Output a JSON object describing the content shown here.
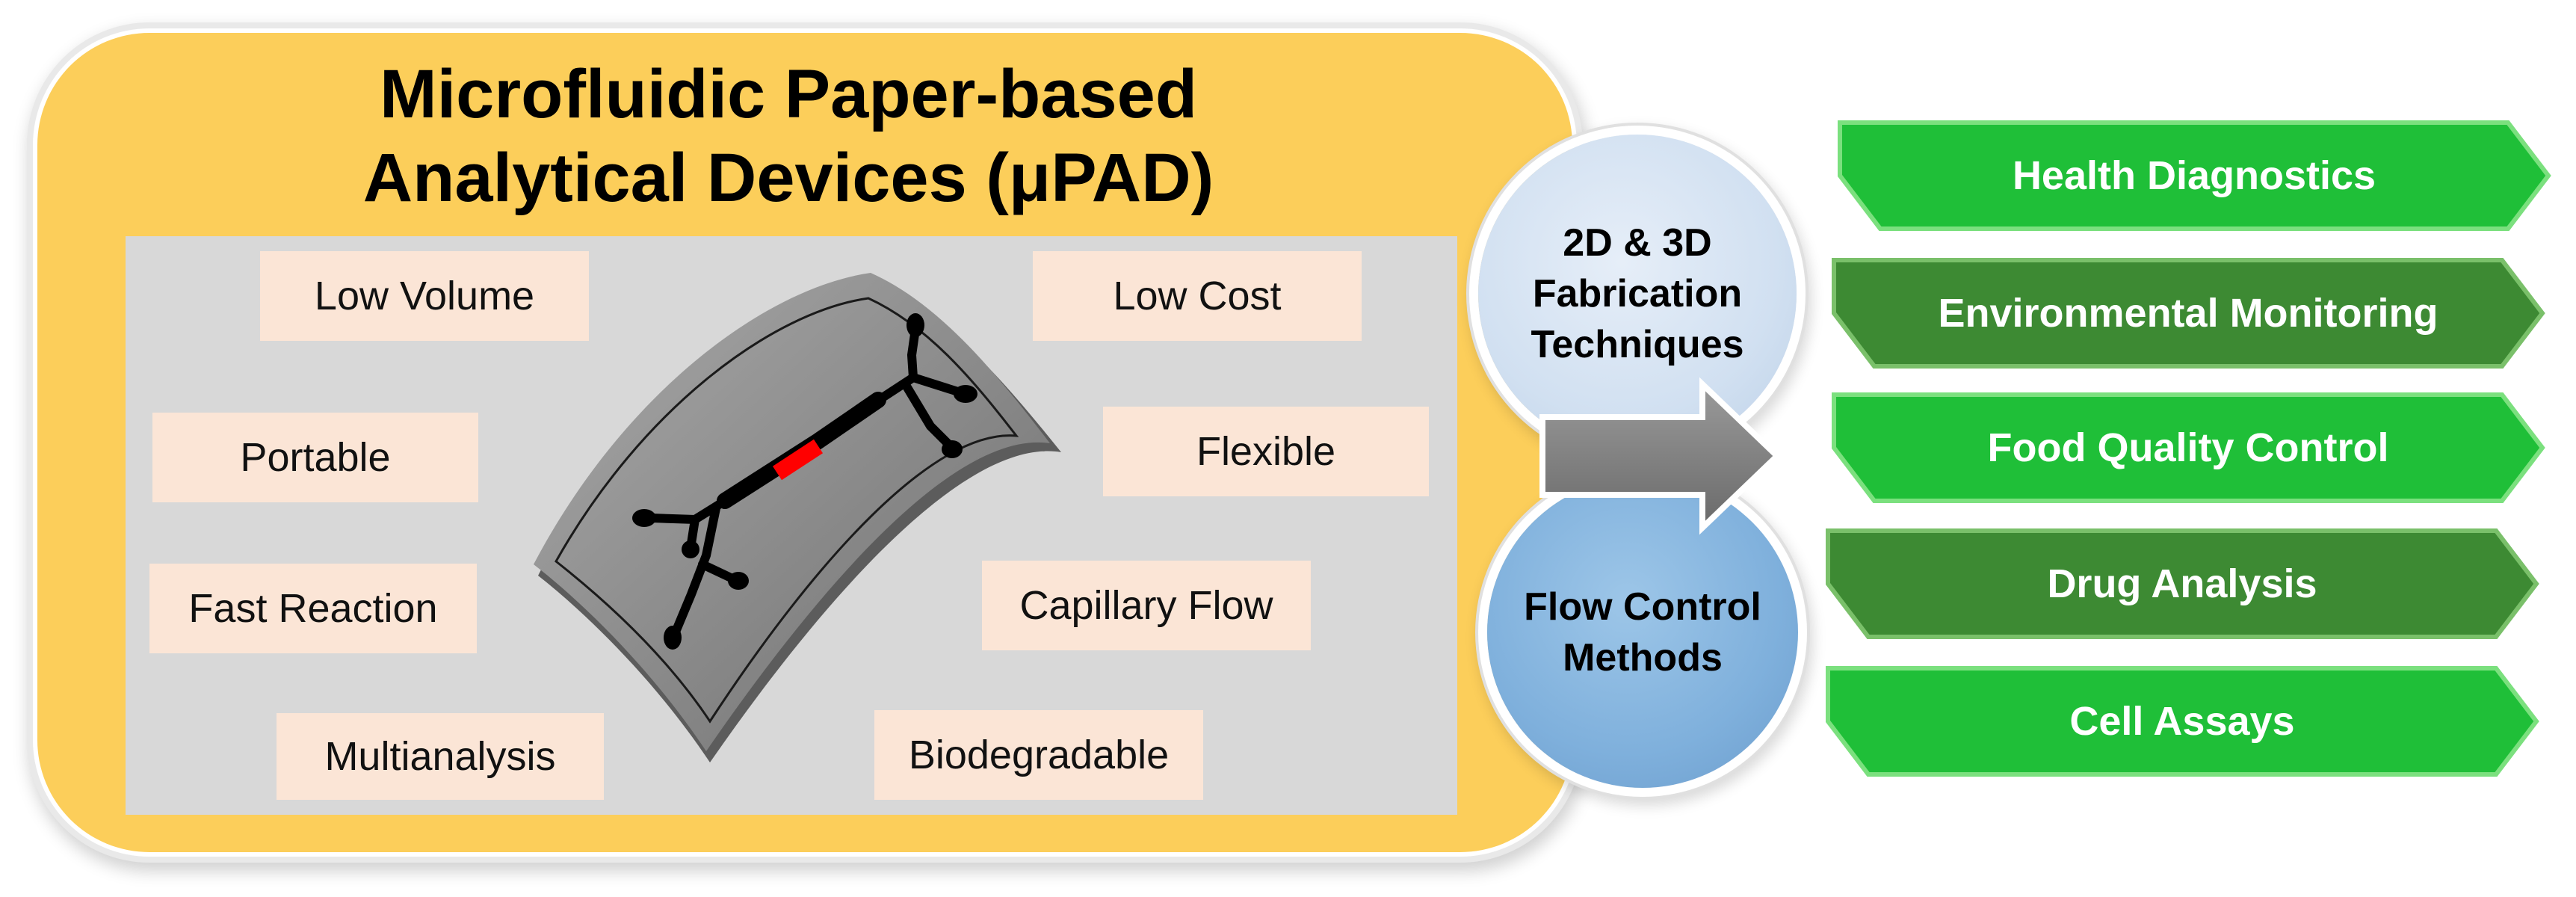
{
  "title": {
    "line1": "Microfluidic Paper-based",
    "line2": "Analytical Devices (μPAD)"
  },
  "features": {
    "low_volume": "Low Volume",
    "low_cost": "Low Cost",
    "portable": "Portable",
    "flexible": "Flexible",
    "fast_reaction": "Fast Reaction",
    "capillary_flow": "Capillary Flow",
    "multianalysis": "Multianalysis",
    "biodegradable": "Biodegradable"
  },
  "circles": {
    "top": {
      "line1": "2D & 3D",
      "line2": "Fabrication",
      "line3": "Techniques"
    },
    "bottom": {
      "line1": "Flow Control",
      "line2": "Methods"
    }
  },
  "applications": [
    {
      "label": "Health Diagnostics"
    },
    {
      "label": "Environmental Monitoring"
    },
    {
      "label": "Food Quality Control"
    },
    {
      "label": "Drug Analysis"
    },
    {
      "label": "Cell Assays"
    }
  ],
  "colors": {
    "main_panel": "#fcce5a",
    "feature_box": "#fbe5d6",
    "banner_bright": "#1fbf38",
    "banner_dark": "#3d8a33",
    "channel_highlight": "#ff0000",
    "arrow": "#7f7f7f"
  }
}
